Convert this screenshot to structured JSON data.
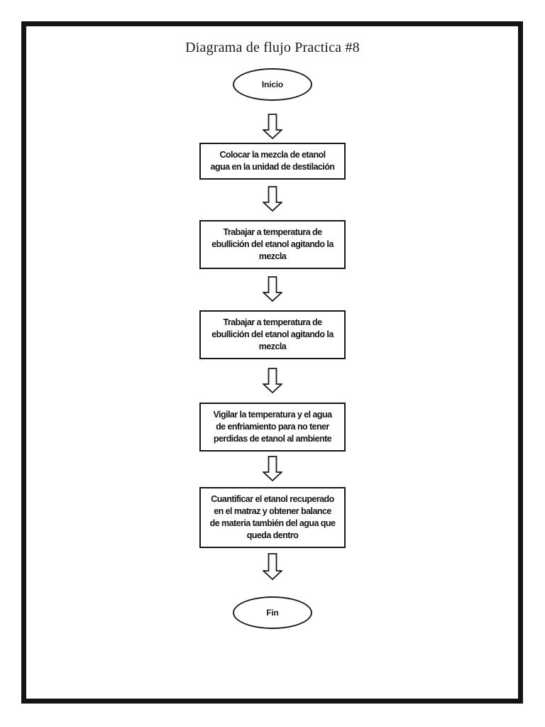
{
  "page": {
    "title": "Diagrama de flujo Practica #8"
  },
  "flowchart": {
    "start": {
      "label": "Inicio"
    },
    "end": {
      "label": "Fin"
    },
    "steps": [
      {
        "text": "Colocar la mezcla de etanol\nagua en la unidad de destilación"
      },
      {
        "text": "Trabajar a temperatura de\nebullición del etanol agitando la\nmezcla"
      },
      {
        "text": "Trabajar a temperatura de\nebullición del etanol agitando la\nmezcla"
      },
      {
        "text": "Vigilar la temperatura y el agua\nde enfriamiento para no tener\nperdidas de etanol al ambiente"
      },
      {
        "text": "Cuantificar el etanol recuperado\nen el matraz y obtener balance\nde materia también del agua que\nqueda dentro"
      }
    ],
    "icons": {
      "connector": "down-block-arrow"
    },
    "colors": {
      "ink": "#141414",
      "paper": "#ffffff"
    }
  }
}
